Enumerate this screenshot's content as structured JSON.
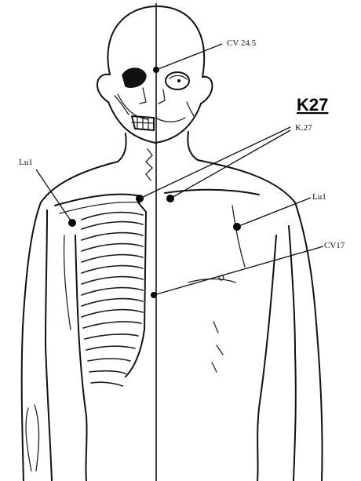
{
  "colors": {
    "ink": "#111111",
    "background": "#ffffff"
  },
  "labels": {
    "heading": "K27",
    "cv24_5": "CV 24.5",
    "k27_small": "K.27",
    "lu1_left": "Lu1",
    "lu1_right": "Lu1",
    "cv17": "CV17"
  },
  "points": [
    "CV 24.5",
    "K27 (left)",
    "K27 (right)",
    "Lu1 (left)",
    "Lu1 (right)",
    "CV17"
  ]
}
